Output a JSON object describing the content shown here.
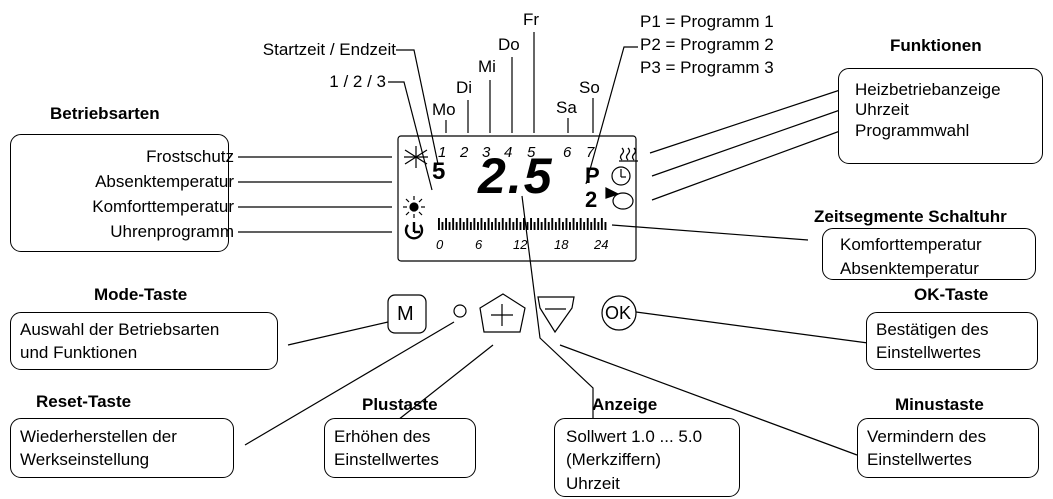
{
  "headings": {
    "betriebsarten": "Betriebsarten",
    "funktionen": "Funktionen",
    "zeitsegmente": "Zeitsegmente Schaltuhr",
    "mode_taste": "Mode-Taste",
    "ok_taste": "OK-Taste",
    "reset_taste": "Reset-Taste",
    "plustaste": "Plustaste",
    "anzeige": "Anzeige",
    "minustaste": "Minustaste"
  },
  "betriebsarten": [
    "Frostschutz",
    "Absenktemperatur",
    "Komforttemperatur",
    "Uhrenprogramm"
  ],
  "funktionen": [
    "Heizbetriebanzeige",
    "Uhrzeit",
    "Programmwahl"
  ],
  "zeitsegmente": [
    "Komforttemperatur",
    "Absenktemperatur"
  ],
  "days": {
    "mo": "Mo",
    "di": "Di",
    "mi": "Mi",
    "do": "Do",
    "fr": "Fr",
    "sa": "Sa",
    "so": "So"
  },
  "top_labels": {
    "startzeit": "Startzeit / Endzeit",
    "nums": "1 / 2 / 3"
  },
  "programs": [
    "P1 = Programm 1",
    "P2 = Programm 2",
    "P3 = Programm 3"
  ],
  "mode_box": [
    "Auswahl der Betriebsarten",
    "und Funktionen"
  ],
  "ok_box": [
    "Bestätigen des",
    "Einstellwertes"
  ],
  "reset_box": [
    "Wiederherstellen der",
    "Werkseinstellung"
  ],
  "plus_box": [
    "Erhöhen des",
    "Einstellwertes"
  ],
  "anzeige_box": [
    "Sollwert 1.0 ... 5.0",
    "(Merkziffern)",
    "Uhrzeit"
  ],
  "minus_box": [
    "Vermindern des",
    "Einstellwertes"
  ],
  "lcd": {
    "day_numbers": [
      "1",
      "2",
      "3",
      "4",
      "5",
      "6",
      "7"
    ],
    "main_value": "2.5",
    "prog_letter": "P",
    "prog_number": "2",
    "number_digit": "5",
    "time_ticks": [
      "0",
      "6",
      "12",
      "18",
      "24"
    ]
  },
  "buttons": {
    "mode": "M",
    "ok": "OK"
  }
}
